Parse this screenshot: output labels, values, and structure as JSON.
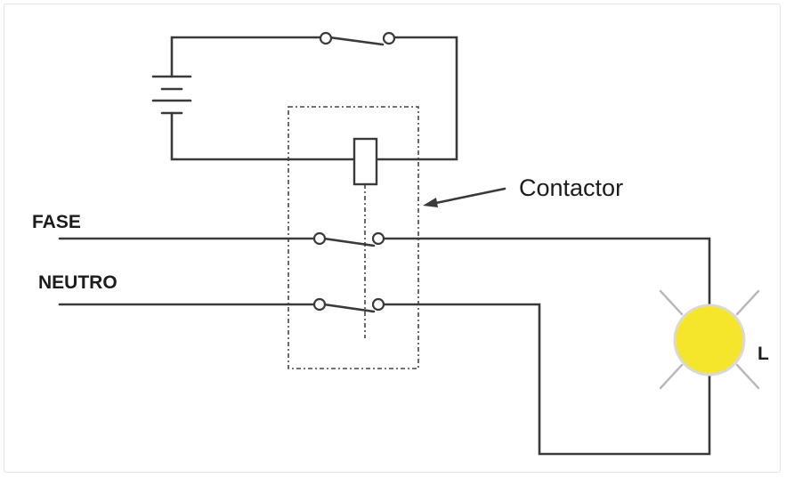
{
  "labels": {
    "fase": "FASE",
    "neutro": "NEUTRO",
    "contactor": "Contactor",
    "lamp": "L"
  },
  "colors": {
    "lamp_fill": "#f5e52b",
    "lamp_outline": "#d9d9d9",
    "wire": "#3a3a3a"
  }
}
